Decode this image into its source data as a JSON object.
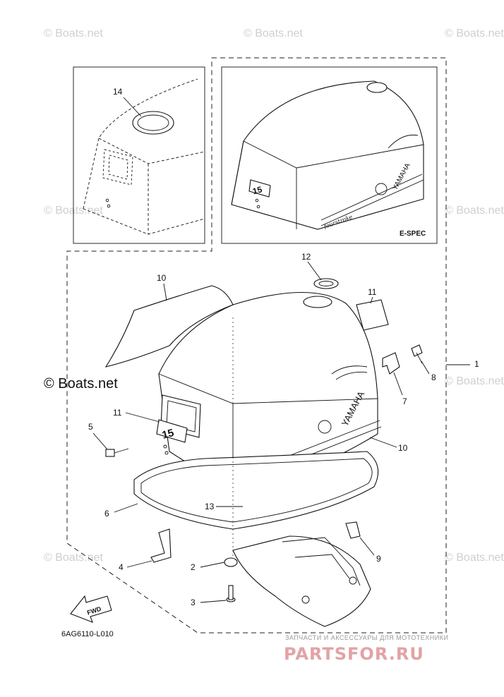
{
  "watermark": "© Boats.net",
  "watermark_big": "© Boats.net",
  "inset": {
    "variant_label": "E-SPEC"
  },
  "callouts": {
    "c1": "1",
    "c2": "2",
    "c3": "3",
    "c4": "4",
    "c5": "5",
    "c6": "6",
    "c7": "7",
    "c8": "8",
    "c9": "9",
    "c10a": "10",
    "c10b": "10",
    "c11a": "11",
    "c11b": "11",
    "c12": "12",
    "c13": "13",
    "c14": "14"
  },
  "decals": {
    "model": "15",
    "brand": "YAMAHA",
    "script": "fourstroke"
  },
  "fwd_label": "FWD",
  "diagram_code": "6AG6110-L010",
  "footer_brand": {
    "tagline": "ЗАПЧАСТИ И АКСЕССУАРЫ ДЛЯ МОТОТЕХНИКИ",
    "name": "PARTSFOR.RU"
  }
}
